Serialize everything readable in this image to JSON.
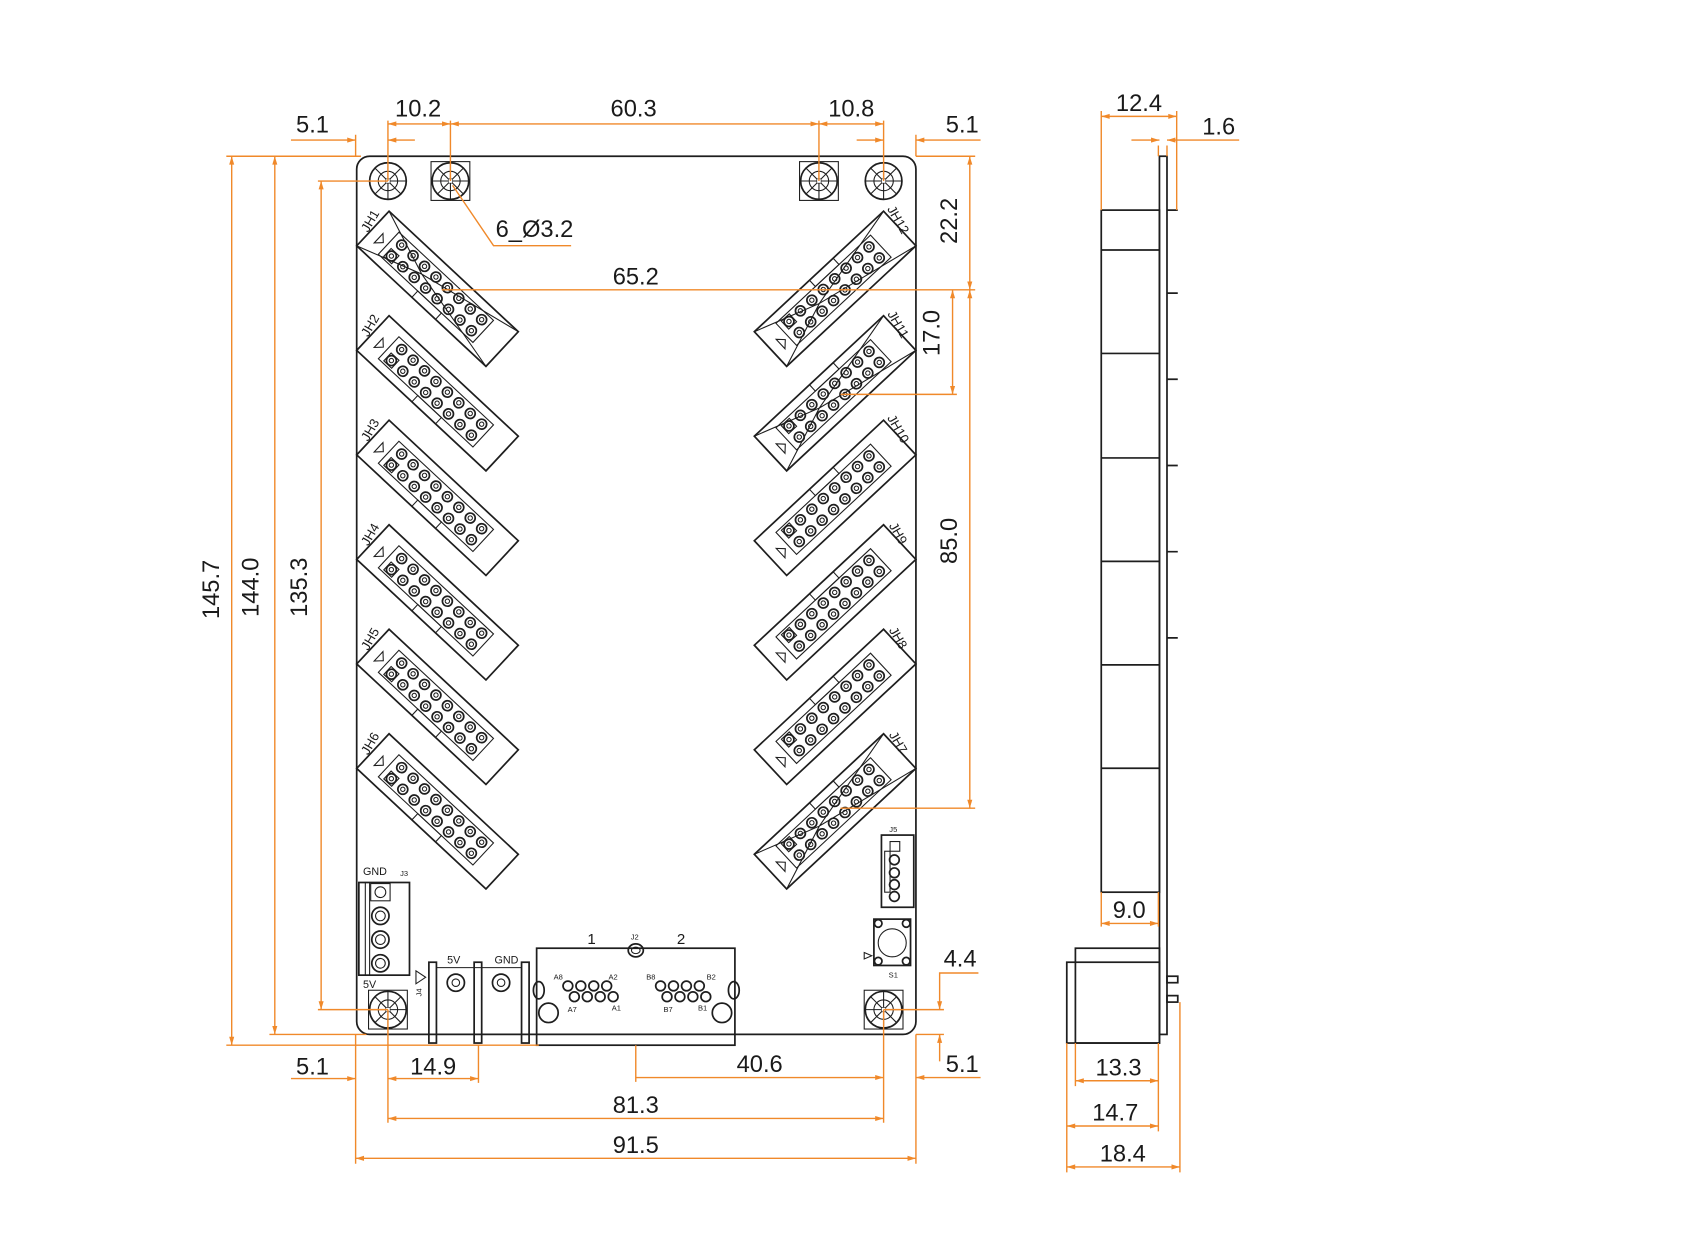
{
  "colors": {
    "dimension": "#f0892a",
    "outline": "#1e1e1e",
    "background": "#ffffff"
  },
  "top_view": {
    "connectors_left": [
      "JH1",
      "JH2",
      "JH3",
      "JH4",
      "JH5",
      "JH6"
    ],
    "connectors_right": [
      "JH12",
      "JH11",
      "JH10",
      "JH9",
      "JH8",
      "JH7"
    ],
    "power_block": {
      "gnd": "GND",
      "ref": "J3",
      "v5": "5V"
    },
    "jack": {
      "ref": "J4",
      "v5": "5V",
      "gnd": "GND"
    },
    "dual_connector": {
      "ref": "J2",
      "port1": "1",
      "port2": "2",
      "a8": "A8",
      "a2": "A2",
      "a7": "A7",
      "a1": "A1",
      "b8": "B8",
      "b2": "B2",
      "b7": "B7",
      "b1": "B1"
    },
    "header_ref": "J5",
    "switch_ref": "S1"
  },
  "dimensions": {
    "left_margin_top": "5.1",
    "hole_pitch_left": "10.2",
    "hole_span_top": "60.3",
    "hole_pitch_right": "10.8",
    "right_margin_top": "5.1",
    "hole_spec": "6_Ø3.2",
    "connector_span": "65.2",
    "top_to_connector": "22.2",
    "connector_pitch": "17.0",
    "connector_run": "85.0",
    "total_height": "145.7",
    "board_height": "144.0",
    "hole_height": "135.3",
    "left_margin_bottom": "5.1",
    "jack_offset": "14.9",
    "dual_offset": "40.6",
    "right_margin_bottom": "5.1",
    "hole_width": "81.3",
    "board_width": "91.5",
    "hole_bottom_offset": "4.4"
  },
  "side_view": {
    "connector_depth": "12.4",
    "pcb_thickness": "1.6",
    "header_depth": "9.0",
    "jack_depth": "13.3",
    "jack_total": "14.7",
    "overall_depth": "18.4"
  }
}
